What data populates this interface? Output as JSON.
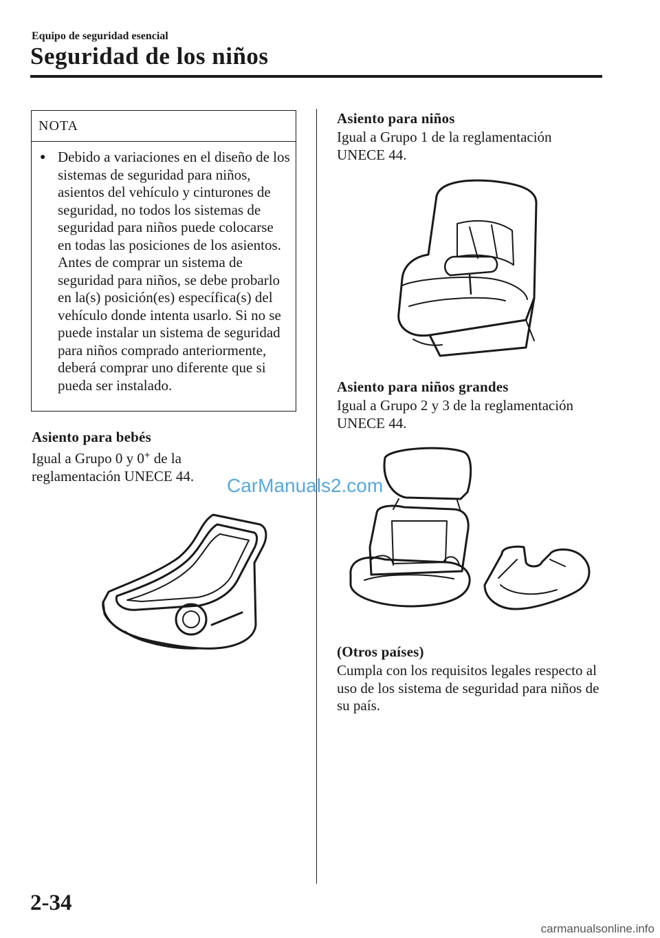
{
  "header": {
    "section_label": "Equipo de seguridad esencial",
    "title": "Seguridad de los niños"
  },
  "note": {
    "heading": "NOTA",
    "bullet_glyph": "●",
    "text": "Debido a variaciones en el diseño de los sistemas de seguridad para niños, asientos del vehículo y cinturones de seguridad, no todos los sistemas de seguridad para niños puede colocarse en todas las posiciones de los asientos. Antes de comprar un sistema de seguridad para niños, se debe probarlo en la(s) posición(es) específica(s) del vehículo donde intenta usarlo. Si no se puede instalar un sistema de seguridad para niños comprado anteriormente, deberá comprar uno diferente que si pueda ser instalado."
  },
  "baby_seat": {
    "heading": "Asiento para bebés",
    "text_part1": "Igual a Grupo 0 y 0",
    "superscript": "+",
    "text_part2": "de la reglamentación UNECE 44."
  },
  "child_seat": {
    "heading": "Asiento para niños",
    "text": "Igual a Grupo 1 de la reglamentación UNECE 44."
  },
  "junior_seat": {
    "heading": "Asiento para niños grandes",
    "text": "Igual a Grupo 2 y 3 de la reglamentación UNECE 44."
  },
  "other_countries": {
    "heading": "(Otros países)",
    "text": "Cumpla con los requisitos legales respecto al uso de los sistema de seguridad para niños de su país."
  },
  "watermark": "CarManuals2.com",
  "page_number": "2-34",
  "footer_site": "carmanualsonline.info"
}
